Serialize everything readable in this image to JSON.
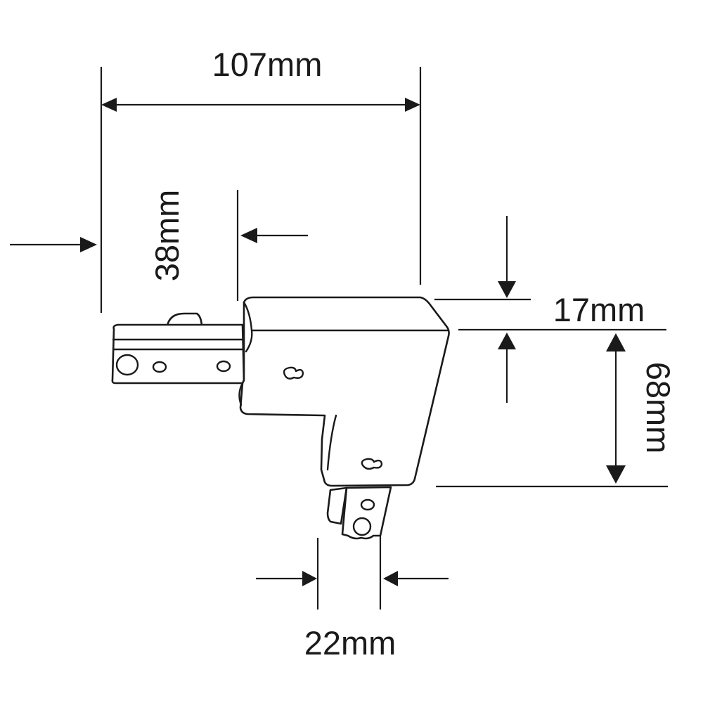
{
  "diagram": {
    "title": "Track light L-connector dimension drawing",
    "units": "mm",
    "colors": {
      "line": "#1a1a1a",
      "background": "#ffffff"
    },
    "dimensions": {
      "overall_width": {
        "label": "107mm",
        "value": 107,
        "orientation": "horizontal"
      },
      "left_arm_length": {
        "label": "38mm",
        "value": 38,
        "orientation": "vertical-text"
      },
      "top_thickness": {
        "label": "17mm",
        "value": 17,
        "orientation": "horizontal"
      },
      "right_height": {
        "label": "68mm",
        "value": 68,
        "orientation": "vertical-text"
      },
      "bottom_arm_width": {
        "label": "22mm",
        "value": 22,
        "orientation": "horizontal"
      }
    },
    "parts": [
      {
        "name": "left-track-adapter",
        "holes": 3
      },
      {
        "name": "corner-body",
        "screw-holes": 2
      },
      {
        "name": "bottom-track-adapter",
        "holes": 2
      }
    ]
  }
}
